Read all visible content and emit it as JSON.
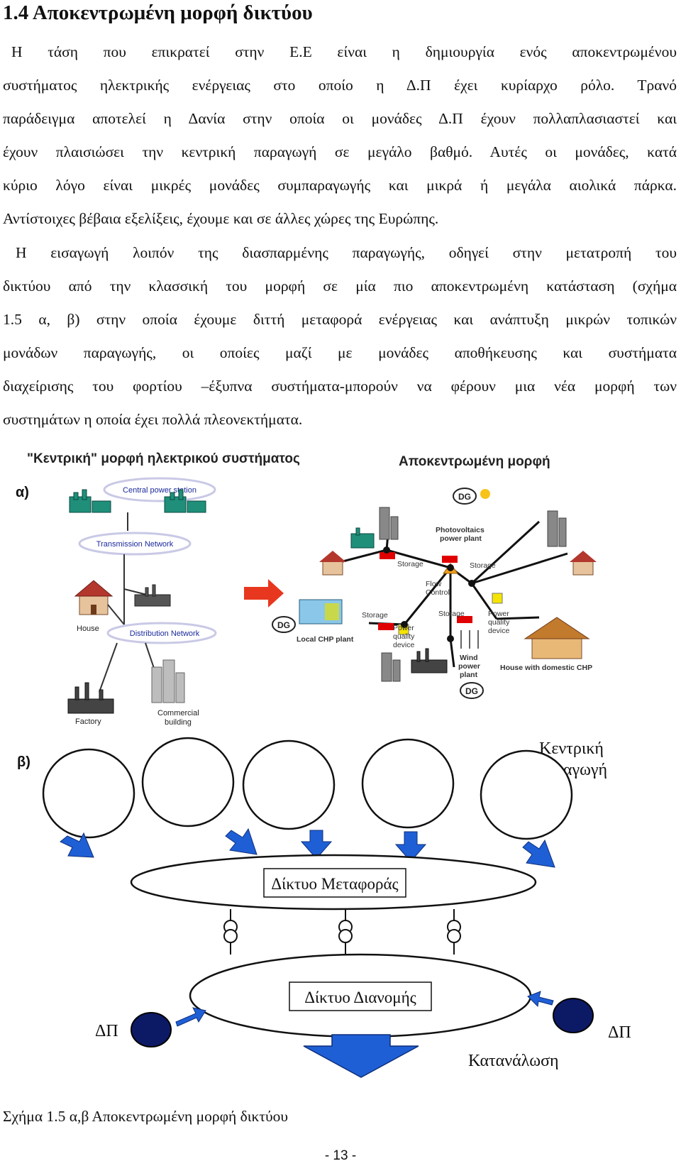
{
  "heading": "1.4 Αποκεντρωμένη μορφή δικτύου",
  "paragraph1": [
    "Η τάση που επικρατεί στην Ε.Ε είναι η δημιουργία ενός αποκεντρωμένου",
    "συστήματος ηλεκτρικής ενέργειας στο οποίο η Δ.Π έχει κυρίαρχο ρόλο. Τρανό",
    "παράδειγμα αποτελεί η Δανία στην οποία οι μονάδες Δ.Π έχουν πολλαπλασιαστεί και",
    "έχουν πλαισιώσει την κεντρική παραγωγή σε μεγάλο βαθμό. Αυτές οι μονάδες, κατά",
    "κύριο λόγο είναι μικρές μονάδες συμπαραγωγής και μικρά ή μεγάλα αιολικά πάρκα.",
    "Αντίστοιχες βέβαια εξελίξεις, έχουμε και σε άλλες χώρες της Ευρώπης."
  ],
  "paragraph2": [
    "Η εισαγωγή λοιπόν της διασπαρμένης παραγωγής, οδηγεί στην μετατροπή του",
    "δικτύου από την κλασσική του μορφή σε μία πιο αποκεντρωμένη κατάσταση (σχήμα",
    "1.5 α, β) στην οποία έχουμε διττή μεταφορά ενέργειας και ανάπτυξη μικρών τοπικών",
    "μονάδων παραγωγής, οι οποίες μαζί με μονάδες αποθήκευσης και συστήματα",
    "διαχείρισης του φορτίου –έξυπνα συστήματα-μπορούν να φέρουν μια νέα μορφή των",
    "συστημάτων η οποία έχει πολλά πλεονεκτήματα."
  ],
  "figure_a": {
    "label": "α)",
    "left_title": "\"Κεντρική\" μορφή ηλεκτρικού συστήματος",
    "right_title": "Αποκεντρωμένη μορφή",
    "central_power_station": "Central power station",
    "transmission_network": "Transmission Network",
    "distribution_network": "Distribution Network",
    "house": "House",
    "factory": "Factory",
    "commercial_building_1": "Commercial",
    "commercial_building_2": "building",
    "dg": "DG",
    "pv_1": "Photovoltaics",
    "pv_2": "power plant",
    "storage": "Storage",
    "flow_control_1": "Flow",
    "flow_control_2": "Control",
    "power_quality_1": "Power",
    "power_quality_2": "quality",
    "power_quality_3": "device",
    "local_chp": "Local CHP plant",
    "wind_1": "Wind",
    "wind_2": "power",
    "wind_3": "plant",
    "house_chp": "House with domestic CHP"
  },
  "figure_b": {
    "label": "β)",
    "central_gen_1": "Κεντρική",
    "central_gen_2": "Παραγωγή",
    "transmission": "Δίκτυο Μεταφοράς",
    "distribution": "Δίκτυο Διανομής",
    "dp_left": "ΔΠ",
    "dp_right": "ΔΠ",
    "consumption": "Κατανάλωση"
  },
  "caption": "Σχήμα 1.5 α,β Αποκεντρωμένη μορφή δικτύου",
  "page_number": "- 13 -",
  "colors": {
    "arrow_blue": "#1f5fd6",
    "dark_blue": "#0c1a66",
    "red_arrow": "#e8371f",
    "storage_red": "#e00000",
    "flow_orange": "#f0a020",
    "quality_yellow": "#f5e400"
  }
}
